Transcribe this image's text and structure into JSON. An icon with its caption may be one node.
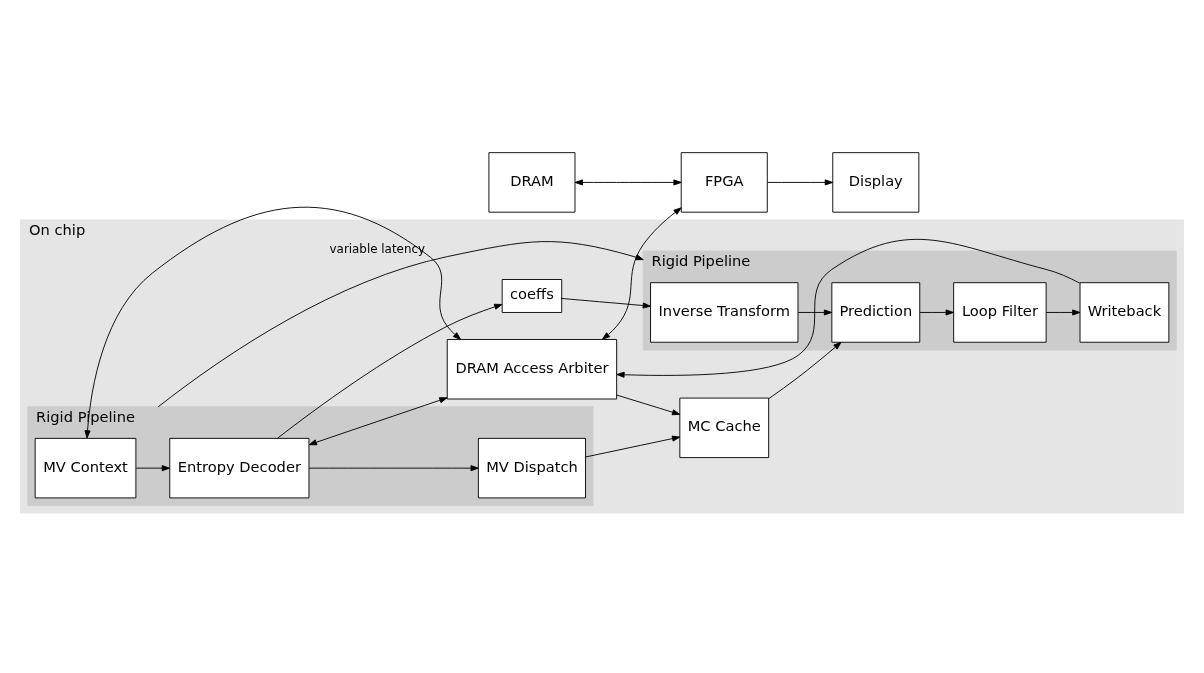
{
  "diagram": {
    "nodes": [
      {
        "text": [
          "On chip"
        ]
      },
      {
        "text": [
          "Rigid Pipeline"
        ],
        "in": 0
      },
      {
        "text": [
          "Inverse Transform"
        ],
        "in": 1
      },
      {
        "text": [
          "Prediction"
        ],
        "in": 1
      },
      {
        "text": [
          "Loop Filter"
        ],
        "in": 1
      },
      {
        "text": [
          "Writeback"
        ],
        "in": 1
      },
      {
        "text": [
          "Rigid Pipeline"
        ],
        "in": 0
      },
      {
        "text": [
          "MV Context"
        ],
        "in": 6
      },
      {
        "text": [
          "Entropy Decoder"
        ],
        "in": 6
      },
      {
        "text": [
          "MV Dispatch"
        ],
        "in": 6
      },
      {
        "text": [
          "MC Cache"
        ],
        "in": 0
      },
      {
        "text": [
          "DRAM Access Arbiter"
        ],
        "in": 0
      },
      {
        "text": [
          "coeffs"
        ],
        "in": 0
      },
      {
        "text": [
          "DRAM"
        ]
      },
      {
        "text": [
          "FPGA"
        ]
      },
      {
        "text": [
          "Display"
        ]
      }
    ],
    "edges": [
      {
        "from": 7,
        "to": 8,
        "arrow": "to"
      },
      {
        "from": 8,
        "to": 9,
        "arrow": "to"
      },
      {
        "from": 9,
        "to": 10,
        "arrow": "to"
      },
      {
        "from": 8,
        "to": 12,
        "arrow": "to"
      },
      {
        "from": 12,
        "to": 2,
        "arrow": "to"
      },
      {
        "from": 2,
        "to": 3,
        "arrow": "to"
      },
      {
        "from": 3,
        "to": 4,
        "arrow": "to"
      },
      {
        "from": 4,
        "to": 5,
        "arrow": "to"
      },
      {
        "from": 10,
        "to": 3,
        "arrow": "to"
      },
      {
        "from": 6,
        "to": 1,
        "arrow": "to",
        "label": "variable latency"
      },
      {
        "from": 8,
        "to": 11,
        "arrow": "both"
      },
      {
        "from": 11,
        "to": 10,
        "arrow": "to"
      },
      {
        "from": 7,
        "to": 11,
        "arrow": "both"
      },
      {
        "from": 5,
        "to": 11,
        "arrow": "to"
      },
      {
        "from": 11,
        "to": 14,
        "arrow": "both"
      },
      {
        "from": 13,
        "to": 14,
        "arrow": "both"
      },
      {
        "from": 14,
        "to": 15,
        "arrow": "to"
      }
    ]
  }
}
